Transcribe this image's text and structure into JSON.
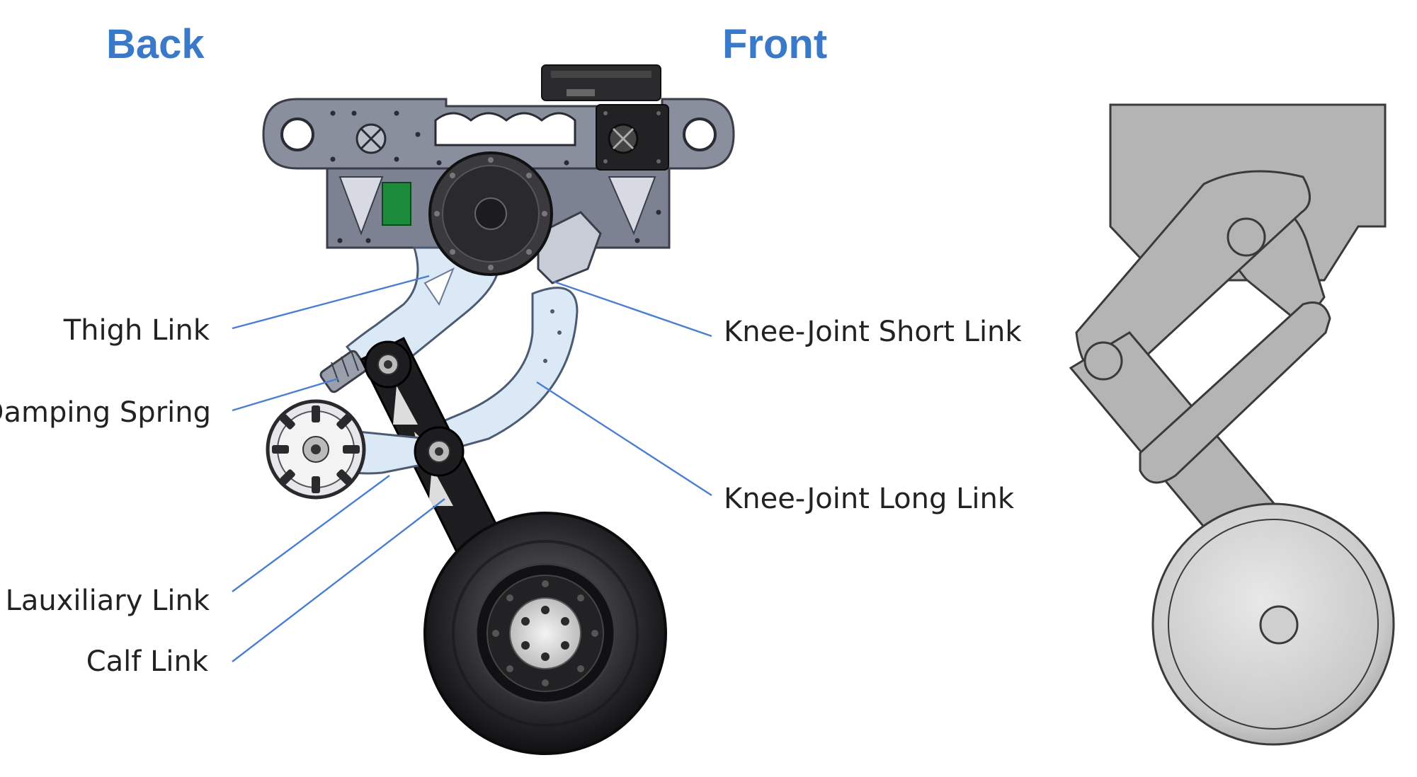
{
  "headings": {
    "back": "Back",
    "front": "Front"
  },
  "labels": {
    "thigh_link": "Thigh Link",
    "damping_spring": "Damping Spring",
    "lauxiliary_link": "Lauxiliary Link",
    "calf_link": "Calf Link",
    "knee_short_link": "Knee-Joint Short Link",
    "knee_long_link": "Knee-Joint Long Link"
  },
  "colors": {
    "heading": "#3a78c9",
    "leader_line": "#4a7fd0",
    "label_text": "#222222",
    "frame_gray": "#8a8f9e",
    "dark_part": "#1d1d1f",
    "light_link": "#dbe9f7",
    "schematic_fill": "#b4b4b4",
    "schematic_stroke": "#3a3a3a",
    "accent_green": "#1b8a3a"
  }
}
